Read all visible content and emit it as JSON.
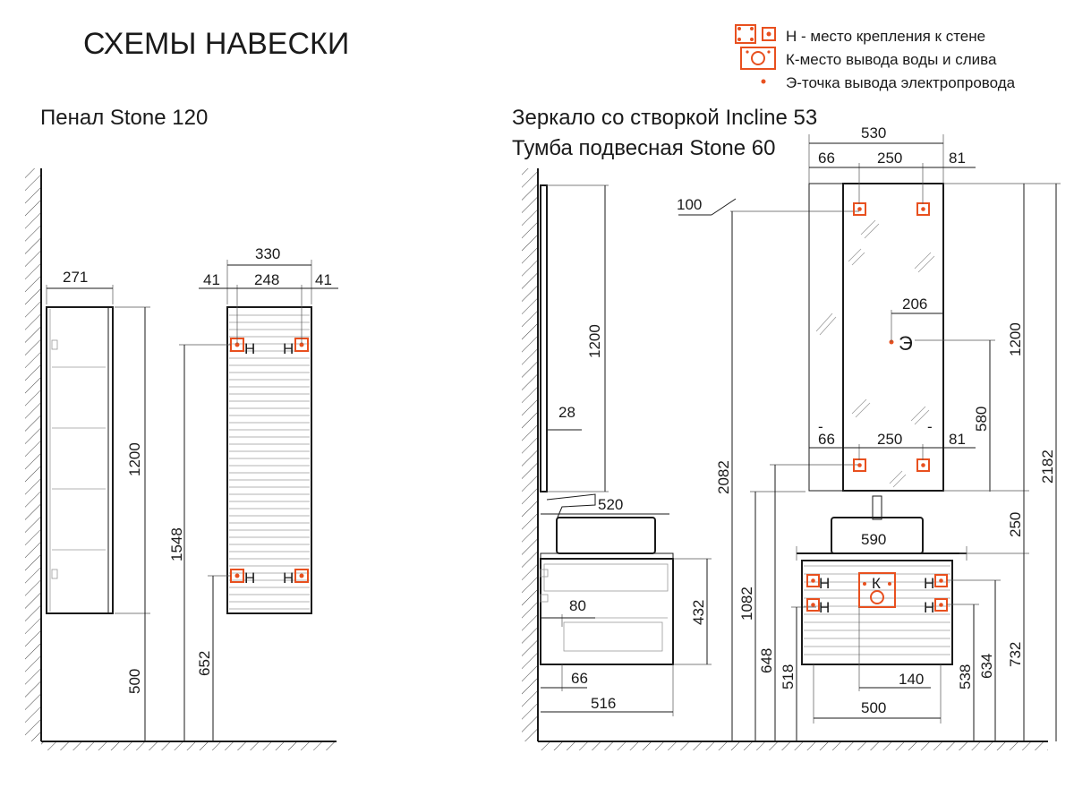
{
  "title": "СХЕМЫ НАВЕСКИ",
  "legend": {
    "mount": "Н - место крепления к стене",
    "water": "К-место вывода воды и слива",
    "electric": "Э-точка вывода электропровода"
  },
  "sections": {
    "left": "Пенал Stone 120",
    "right1": "Зеркало со створкой Incline 53",
    "right2": "Тумба подвесная Stone 60"
  },
  "marks": {
    "h": "Н",
    "k": "К",
    "e": "Э",
    "dash": "-"
  },
  "dims": {
    "d271": "271",
    "d1200a": "1200",
    "d500a": "500",
    "d330": "330",
    "d41a": "41",
    "d248": "248",
    "d41b": "41",
    "d1548": "1548",
    "d652": "652",
    "d1200b": "1200",
    "d28": "28",
    "d100": "100",
    "d2082": "2082",
    "d520": "520",
    "d80": "80",
    "d432": "432",
    "d1082": "1082",
    "d66a": "66",
    "d516": "516",
    "d530": "530",
    "d66b": "66",
    "d250a": "250",
    "d81a": "81",
    "d206": "206",
    "d1200c": "1200",
    "d580": "580",
    "d2182": "2182",
    "d66c": "66",
    "d250b": "250",
    "d81b": "81",
    "d250c": "250",
    "d590": "590",
    "d648": "648",
    "d518": "518",
    "d140": "140",
    "d500b": "500",
    "d538": "538",
    "d634": "634",
    "d732": "732"
  },
  "colors": {
    "accent": "#e8501f",
    "line": "#1a1a1a"
  }
}
